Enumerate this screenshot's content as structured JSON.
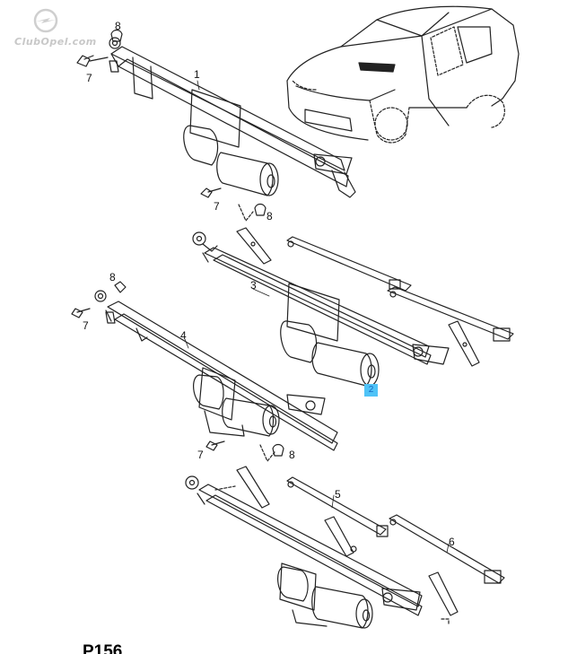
{
  "watermark": {
    "text": "ClubOpel.com",
    "logo": "opel-blitz-logo"
  },
  "callouts": {
    "c1": "1",
    "c3": "3",
    "c4": "4",
    "c5": "5",
    "c6": "6",
    "c7a": "7",
    "c7b": "7",
    "c7c": "7",
    "c7d": "7",
    "c8a": "8",
    "c8b": "8",
    "c8c": "8",
    "c8d": "8",
    "c2": "2"
  },
  "page_code": "P156",
  "colors": {
    "line": "#222222",
    "highlight": "#4fc3f7",
    "highlight_text": "#1565c0",
    "watermark": "#c8c8c8"
  }
}
